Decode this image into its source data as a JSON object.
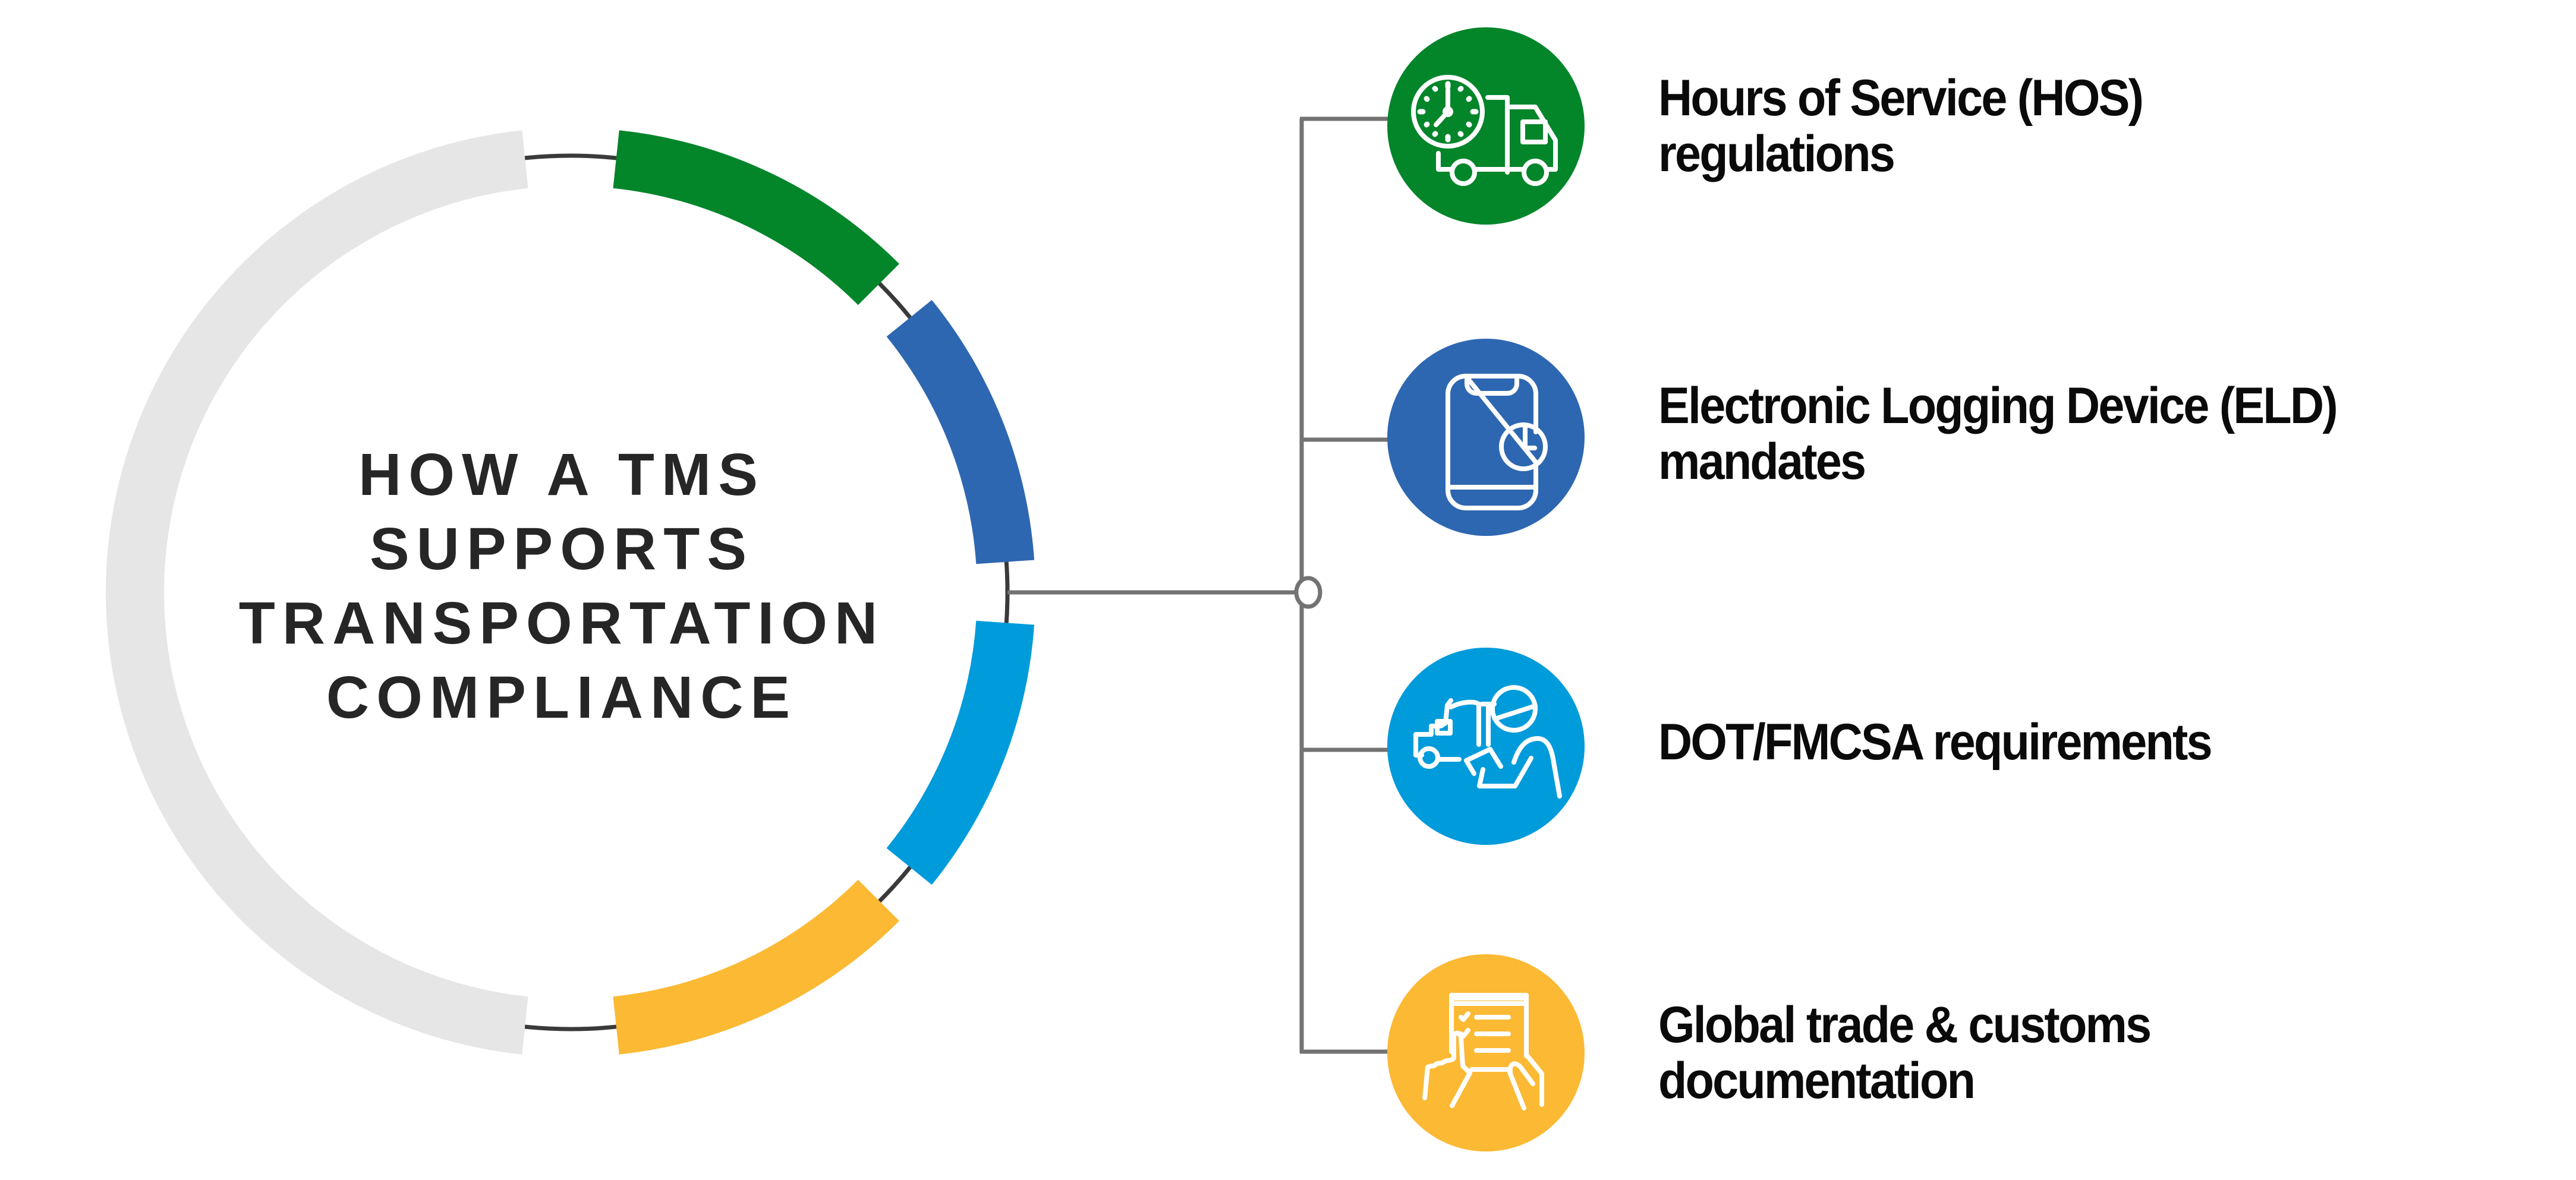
{
  "title": {
    "lines": [
      "HOW A TMS",
      "SUPPORTS",
      "TRANSPORTATION",
      "COMPLIANCE"
    ]
  },
  "colors": {
    "green": "#03852a",
    "blue": "#2e67b1",
    "light_blue": "#009bdb",
    "yellow": "#fbb934",
    "gray_ring": "#e6e6e6",
    "dark_line": "#3a3a3a",
    "connector": "#737373",
    "title_text": "#262626",
    "label_text": "#0a0a0a"
  },
  "items": [
    {
      "icon": "truck-clock-icon",
      "color": "#03852a",
      "line1": "Hours of Service (HOS)",
      "line2": "regulations"
    },
    {
      "icon": "phone-clock-icon",
      "color": "#2e67b1",
      "line1": "Electronic Logging Device (ELD)",
      "line2": "mandates"
    },
    {
      "icon": "inspector-truck-icon",
      "color": "#009bdb",
      "line1": "DOT/FMCSA requirements",
      "line2": ""
    },
    {
      "icon": "checklist-tablet-icon",
      "color": "#fbb934",
      "line1": "Global trade & customs",
      "line2": "documentation"
    }
  ]
}
